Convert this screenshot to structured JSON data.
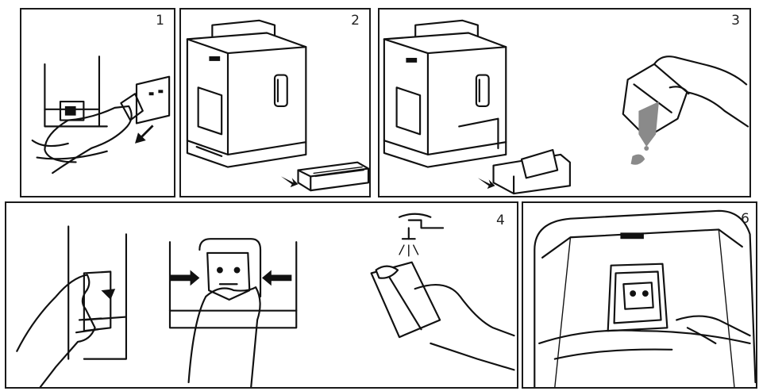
{
  "panels": [
    {
      "number": "1"
    },
    {
      "number": "2"
    },
    {
      "number": "3"
    },
    {
      "number": "4"
    },
    {
      "number": "6"
    }
  ],
  "colors": {
    "line": "#111111",
    "grounds": "#8a8a8a",
    "background": "#ffffff"
  },
  "icons": [
    "power-plug-icon",
    "water-tap-icon",
    "arrow-icon"
  ]
}
